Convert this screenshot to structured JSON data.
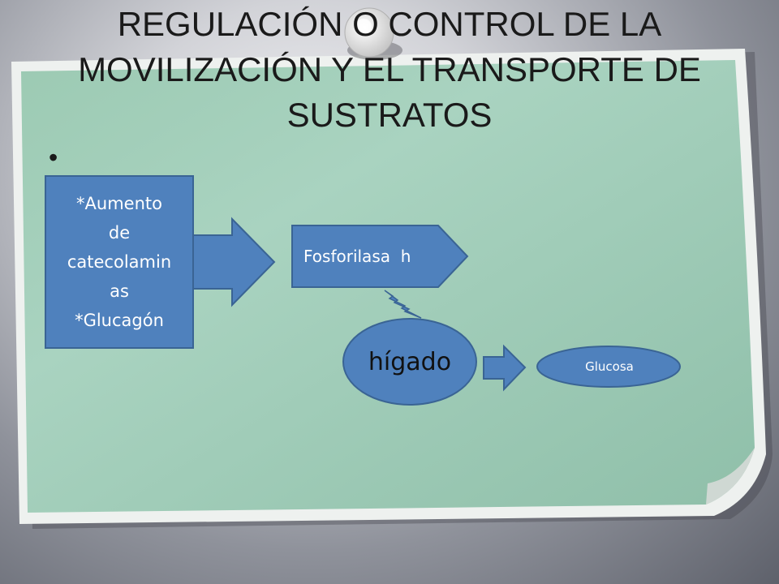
{
  "title": {
    "line1": "REGULACIÓN O CONTROL DE LA",
    "line2": "MOVILIZACIÓN Y EL TRANSPORTE DE",
    "line3": "SUSTRATOS"
  },
  "bullet": "•",
  "diagram": {
    "stimulus_box": {
      "lines": [
        "*Aumento",
        "de",
        "catecolamin",
        "as",
        "*Glucagón"
      ]
    },
    "enzyme_label": "Fosforilasa  h",
    "organ_label": "hígado",
    "product_label": "Glucosa"
  },
  "colors": {
    "shape_fill": "#4f81bd",
    "shape_stroke": "#3a6494",
    "board_fill": "#9fcbb6",
    "board_edge": "#e9ecea",
    "background_center": "#f4f4f6",
    "background_edge": "#5e616b"
  }
}
